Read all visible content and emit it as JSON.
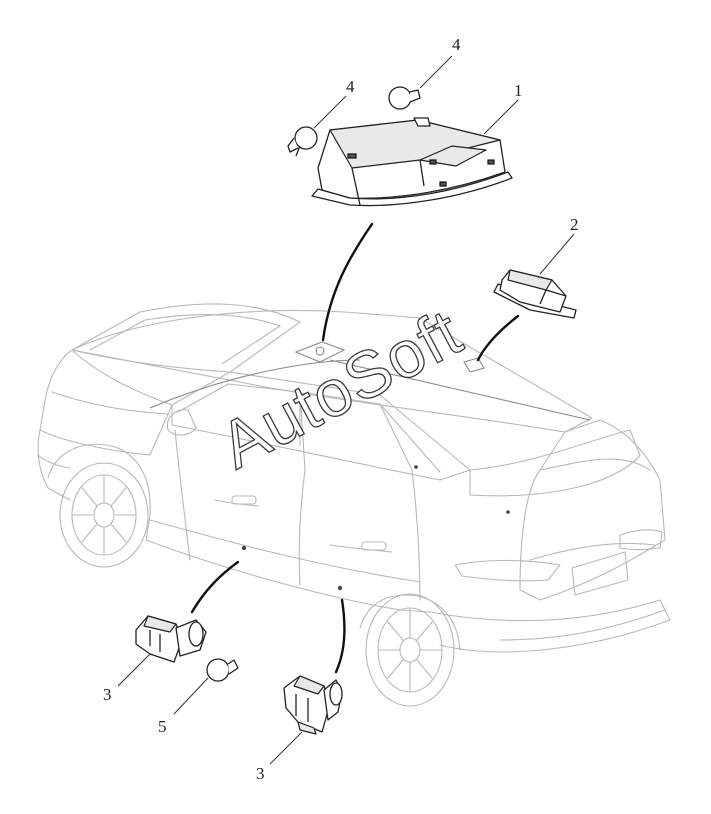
{
  "watermark": {
    "text": "AutoSoft"
  },
  "callouts": [
    {
      "id": "c1",
      "label": "1"
    },
    {
      "id": "c2",
      "label": "2"
    },
    {
      "id": "c3a",
      "label": "3"
    },
    {
      "id": "c3b",
      "label": "3"
    },
    {
      "id": "c4a",
      "label": "4"
    },
    {
      "id": "c4b",
      "label": "4"
    },
    {
      "id": "c5",
      "label": "5"
    }
  ],
  "icons": {
    "vehicle": "suv-outline-icon",
    "part_1": "front-dome-lamp-icon",
    "part_2": "rear-dome-lamp-icon",
    "part_3": "door-courtesy-lamp-icon",
    "part_4": "wedge-bulb-icon",
    "part_5": "wedge-bulb-icon"
  }
}
